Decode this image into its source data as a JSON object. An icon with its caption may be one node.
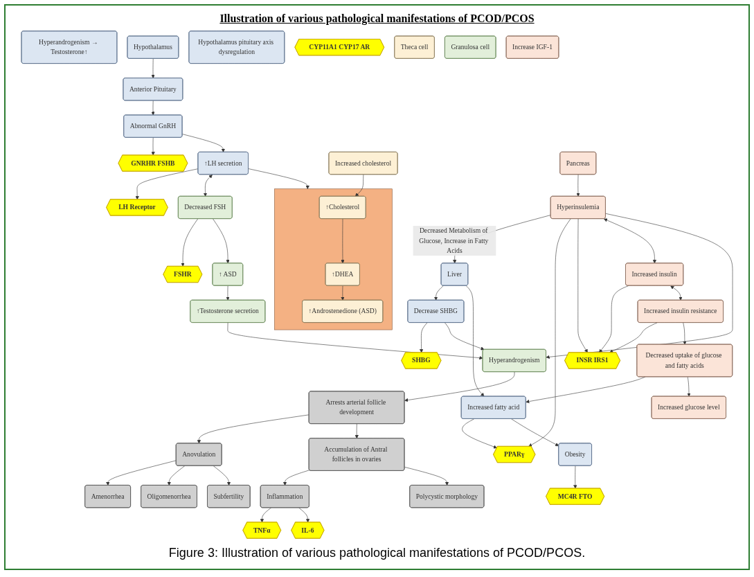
{
  "diagram": {
    "title": "Illustration of various pathological manifestations of PCOD/PCOS",
    "caption": "Figure 3: Illustration of various pathological manifestations of PCOD/PCOS.",
    "nodes": [
      {
        "text": [
          "Hyperandrogenism → Testosterone↑"
        ]
      },
      {
        "text": [
          "Hypothalamus"
        ]
      },
      {
        "text": [
          "Anterior Pituitary"
        ]
      },
      {
        "text": [
          "Hypothalamus pituitary axis dysregulation"
        ]
      },
      {
        "text": [
          "Abnormal GnRH"
        ]
      },
      {
        "text": [
          "GNRHR FSHB"
        ]
      },
      {
        "text": [
          "↑LH secretion"
        ]
      },
      {
        "text": [
          "LH Receptor"
        ]
      },
      {
        "text": [
          "CYP11A1 CYP17 AR"
        ]
      },
      {
        "text": [
          "Theca cell"
        ]
      },
      {
        "text": [],
        "shape": "box"
      },
      {
        "text": [
          "↑Cholesterol"
        ],
        "in": 10
      },
      {
        "text": [
          "↑DHEA"
        ],
        "in": 10
      },
      {
        "text": [
          "↑Androstenedione (ASD)"
        ],
        "in": 10
      },
      {
        "text": [
          "Increased cholesterol"
        ]
      },
      {
        "text": [
          "SHBG"
        ]
      },
      {
        "text": [
          "Decrease SHBG"
        ]
      },
      {
        "text": [
          "Liver"
        ]
      },
      {
        "text": [
          "Decreased FSH"
        ]
      },
      {
        "text": [
          "FSHR"
        ]
      },
      {
        "text": [
          "Granulosa cell"
        ]
      },
      {
        "text": [
          "↑ ASD"
        ]
      },
      {
        "text": [
          "↑Testosterone secretion"
        ]
      },
      {
        "text": [
          "Hyperandrogenism"
        ]
      },
      {
        "text": [
          "Pancreas"
        ]
      },
      {
        "text": [
          "Hyperinsulemia"
        ]
      },
      {
        "text": [
          "PPARγ"
        ]
      },
      {
        "text": [
          "Increased insulin"
        ]
      },
      {
        "text": [
          "INSR IRS1"
        ]
      },
      {
        "text": [
          "Increased insulin resistance"
        ]
      },
      {
        "text": [
          "Increased fatty acid"
        ]
      },
      {
        "text": [
          "Decreased uptake of glucose and fatty acids"
        ]
      },
      {
        "text": [
          "Obesity"
        ]
      },
      {
        "text": [
          "Increased glucose level"
        ]
      },
      {
        "text": [
          "MC4R FTO"
        ]
      },
      {
        "text": [
          "Increase IGF-1"
        ]
      },
      {
        "text": [
          "Arrests arterial follicle development"
        ]
      },
      {
        "text": [
          "Anovulation"
        ]
      },
      {
        "text": [
          "Accumulation of Antral follicles in ovaries"
        ]
      },
      {
        "text": [
          "Inflammation"
        ]
      },
      {
        "text": [
          "TNFα"
        ]
      },
      {
        "text": [
          "IL-6"
        ]
      },
      {
        "text": [
          "Amenorrhea"
        ]
      },
      {
        "text": [
          "Oligomenorrhea"
        ]
      },
      {
        "text": [
          "Subfertility"
        ]
      },
      {
        "text": [
          "Polycystic morphology"
        ]
      }
    ],
    "edges": [
      {
        "from": 1,
        "to": 2,
        "arrow": "to"
      },
      {
        "from": 2,
        "to": 4,
        "arrow": "to"
      },
      {
        "from": 4,
        "to": 5,
        "arrow": "to"
      },
      {
        "from": 4,
        "to": 6,
        "arrow": "to"
      },
      {
        "from": 6,
        "to": 7,
        "arrow": "to"
      },
      {
        "from": 6,
        "to": 10,
        "arrow": "to"
      },
      {
        "from": 11,
        "to": 12,
        "arrow": "to"
      },
      {
        "from": 12,
        "to": 13,
        "arrow": "to"
      },
      {
        "from": 14,
        "to": 11,
        "arrow": "to"
      },
      {
        "from": 6,
        "to": 18,
        "arrow": "both"
      },
      {
        "from": 18,
        "to": 19,
        "arrow": "to"
      },
      {
        "from": 18,
        "to": 21,
        "arrow": "to"
      },
      {
        "from": 21,
        "to": 22,
        "arrow": "to"
      },
      {
        "from": 22,
        "to": 23,
        "arrow": "to"
      },
      {
        "from": 16,
        "to": 15,
        "arrow": "to"
      },
      {
        "from": 17,
        "to": 16,
        "arrow": "to"
      },
      {
        "from": 16,
        "to": 23,
        "arrow": "to"
      },
      {
        "from": 25,
        "to": 17,
        "arrow": "to",
        "label": "Decreased Metabolism of Glucose, Increase in Fatty Acids"
      },
      {
        "from": 17,
        "to": 30,
        "arrow": "to"
      },
      {
        "from": 30,
        "to": 26,
        "arrow": "to"
      },
      {
        "from": 25,
        "to": 26,
        "arrow": "to"
      },
      {
        "from": 25,
        "to": 28,
        "arrow": "to"
      },
      {
        "from": 27,
        "to": 28,
        "arrow": "to"
      },
      {
        "from": 29,
        "to": 28,
        "arrow": "to"
      },
      {
        "from": 31,
        "to": 30,
        "arrow": "to"
      },
      {
        "from": 24,
        "to": 25,
        "arrow": "to"
      },
      {
        "from": 25,
        "to": 27,
        "arrow": "both"
      },
      {
        "from": 27,
        "to": 29,
        "arrow": "both"
      },
      {
        "from": 29,
        "to": 31,
        "arrow": "to"
      },
      {
        "from": 31,
        "to": 33,
        "arrow": "to"
      },
      {
        "from": 30,
        "to": 32,
        "arrow": "to"
      },
      {
        "from": 32,
        "to": 34,
        "arrow": "to"
      },
      {
        "from": 25,
        "to": 23,
        "arrow": "to"
      },
      {
        "from": 23,
        "to": 36,
        "arrow": "to"
      },
      {
        "from": 36,
        "to": 37,
        "arrow": "to"
      },
      {
        "from": 36,
        "to": 38,
        "arrow": "to"
      },
      {
        "from": 38,
        "to": 39,
        "arrow": "to"
      },
      {
        "from": 39,
        "to": 40,
        "arrow": "to"
      },
      {
        "from": 39,
        "to": 41,
        "arrow": "to"
      },
      {
        "from": 38,
        "to": 45,
        "arrow": "to"
      },
      {
        "from": 37,
        "to": 42,
        "arrow": "to"
      },
      {
        "from": 37,
        "to": 43,
        "arrow": "to"
      },
      {
        "from": 37,
        "to": 44,
        "arrow": "to"
      }
    ]
  }
}
